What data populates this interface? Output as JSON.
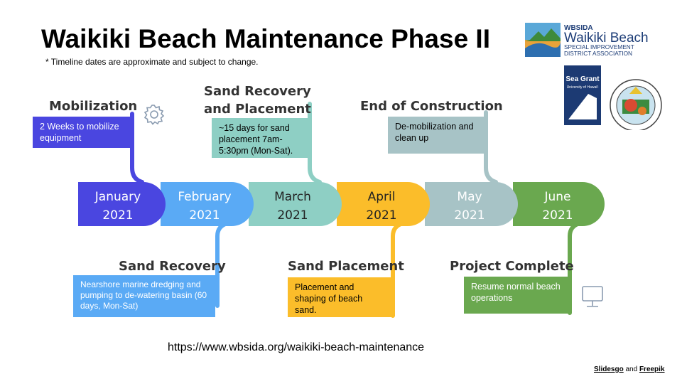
{
  "title": "Waikiki Beach Maintenance Phase II",
  "disclaimer": "* Timeline dates are approximate and subject to change.",
  "colors": {
    "january": "#4a46e0",
    "february": "#5aaaf5",
    "march": "#8ecfc4",
    "april": "#fbbd2a",
    "may": "#a7c3c6",
    "june": "#6aa84f"
  },
  "months": [
    {
      "name": "January",
      "year": "2021"
    },
    {
      "name": "February",
      "year": "2021"
    },
    {
      "name": "March",
      "year": "2021"
    },
    {
      "name": "April",
      "year": "2021"
    },
    {
      "name": "May",
      "year": "2021"
    },
    {
      "name": "June",
      "year": "2021"
    }
  ],
  "phases": {
    "mobilization": {
      "heading": "Mobilization",
      "text": "2 Weeks to mobilize equipment",
      "icon": "gear-icon"
    },
    "sand_recovery_placement": {
      "heading_line1": "Sand Recovery",
      "heading_line2": "and Placement",
      "text": "~15 days for sand placement 7am-5:30pm (Mon-Sat)."
    },
    "end_of_construction": {
      "heading": "End of Construction",
      "text": "De-mobilization and clean up"
    },
    "sand_recovery": {
      "heading": "Sand Recovery",
      "text": "Nearshore marine dredging and pumping to de-watering basin  (60 days,  Mon-Sat)"
    },
    "sand_placement": {
      "heading": "Sand Placement",
      "text": "Placement and shaping of beach sand."
    },
    "project_complete": {
      "heading": "Project Complete",
      "text": "Resume normal beach operations",
      "icon": "monitor-icon"
    }
  },
  "logos": {
    "wbsida_small": "WBSIDA",
    "wbsida_main": "Waikiki Beach",
    "wbsida_sub1": "SPECIAL IMPROVEMENT",
    "wbsida_sub2": "DISTRICT ASSOCIATION",
    "seagrant": "Sea Grant",
    "seagrant_sub": "University of Hawai'i"
  },
  "url": "https://www.wbsida.org/waikiki-beach-maintenance",
  "credit": {
    "a": "Slidesgo",
    "and": "and",
    "b": "Freepik"
  }
}
